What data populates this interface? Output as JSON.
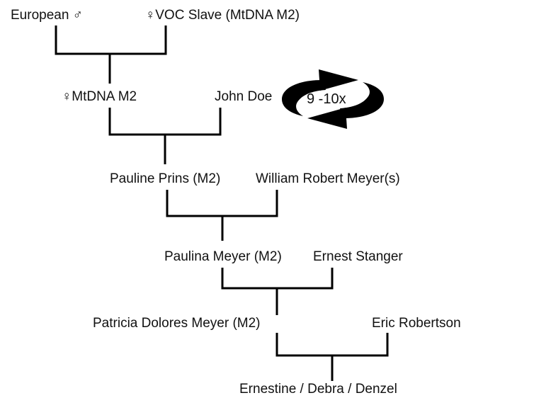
{
  "title": "Family tree MtDNA M2 lineage",
  "people": {
    "european": "European ♂",
    "voc_slave": "♀VOC Slave (MtDNA M2)",
    "mtdna_m2": "♀MtDNA M2",
    "john_doe": "John Doe",
    "pauline": "Pauline Prins (M2)",
    "william": "William Robert Meyer(s)",
    "paulina": "Paulina Meyer (M2)",
    "ernest": "Ernest Stanger",
    "patricia": "Patricia Dolores Meyer (M2)",
    "eric": "Eric Robertson",
    "children": "Ernestine / Debra / Denzel"
  },
  "cycle": {
    "label": "9 -10x",
    "icon": "cycle-arrows-icon"
  }
}
